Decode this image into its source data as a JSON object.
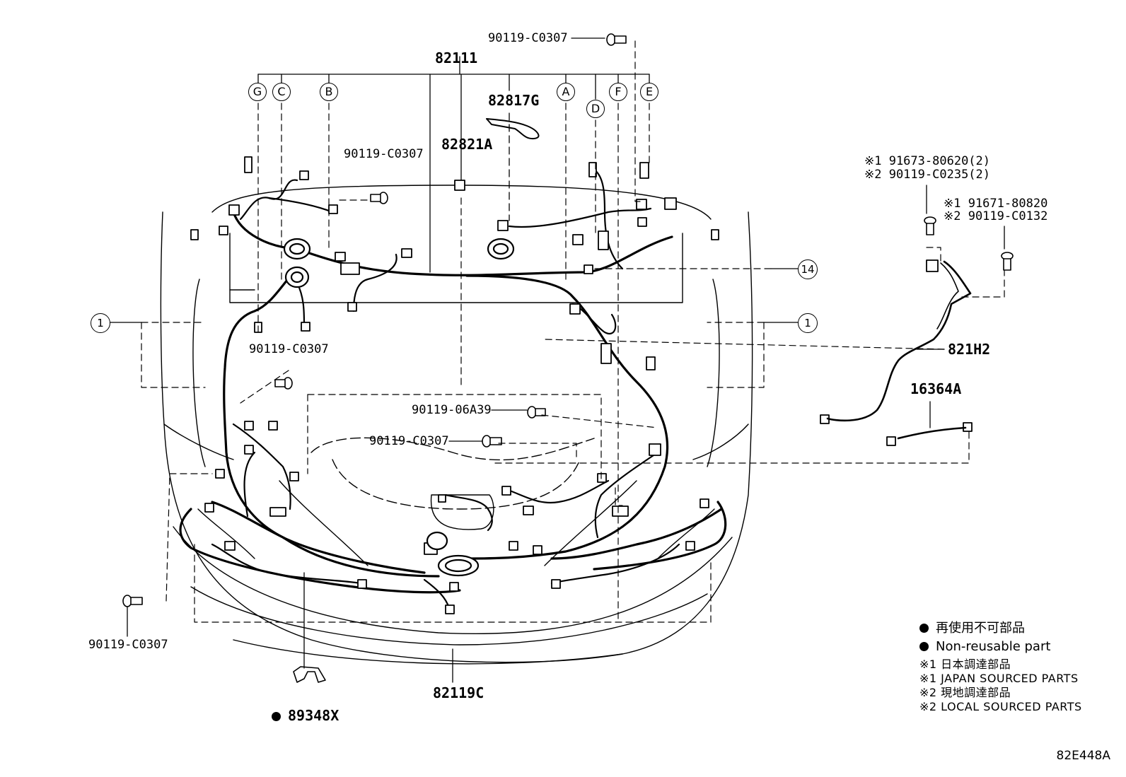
{
  "parts": {
    "p90119_C0307_top": "90119-C0307",
    "p82111": "82111",
    "p82817G": "82817G",
    "p82821A": "82821A",
    "p90119_C0307_a": "90119-C0307",
    "p90119_C0307_b": "90119-C0307",
    "p90119_06A39": "90119-06A39",
    "p90119_C0307_c": "90119-C0307",
    "p90119_C0307_d": "90119-C0307",
    "p82119C": "82119C",
    "p89348X": "89348X",
    "p821H2": "821H2",
    "p16364A": "16364A",
    "p91673_80620": "※1 91673-80620(2)",
    "p90119_C0235": "※2 90119-C0235(2)",
    "p91671_80820": "※1 91671-80820",
    "p90119_C0132": "※2 90119-C0132"
  },
  "callouts": {
    "G": "G",
    "C": "C",
    "B": "B",
    "A": "A",
    "D": "D",
    "F": "F",
    "E": "E",
    "one_left": "1",
    "one_right": "1",
    "fourteen": "14"
  },
  "legend": {
    "nonreusable_jp": "再使用不可部品",
    "nonreusable_en": "Non-reusable part",
    "note1_jp": "※1 日本調達部品",
    "note1_en": "※1 JAPAN SOURCED PARTS",
    "note2_jp": "※2 現地調達部品",
    "note2_en": "※2 LOCAL SOURCED PARTS"
  },
  "drawing_code": "82E448A"
}
